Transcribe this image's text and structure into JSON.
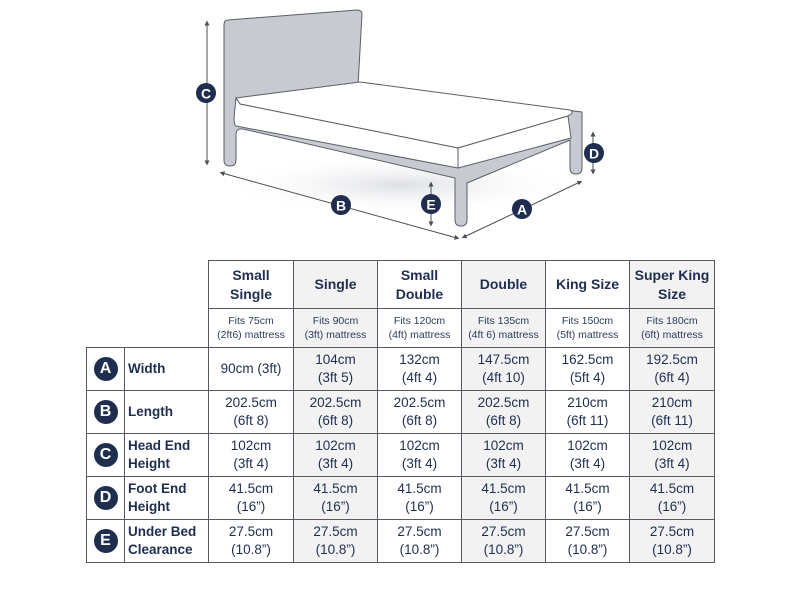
{
  "diagram": {
    "labels": {
      "A": "A",
      "B": "B",
      "C": "C",
      "D": "D",
      "E": "E"
    },
    "colors": {
      "frame": "#c7cbd1",
      "outline": "#5a5f66",
      "badge": "#1f2d4f",
      "arrow": "#4a4f56"
    }
  },
  "table": {
    "columns": [
      {
        "name": "Small Single",
        "line1": "Small",
        "line2": "Single",
        "fits1": "Fits 75cm",
        "fits2": "(2ft6) mattress"
      },
      {
        "name": "Single",
        "line1": "Single",
        "line2": "",
        "fits1": "Fits 90cm",
        "fits2": "(3ft) mattress"
      },
      {
        "name": "Small Double",
        "line1": "Small",
        "line2": "Double",
        "fits1": "Fits 120cm",
        "fits2": "(4ft) mattress"
      },
      {
        "name": "Double",
        "line1": "Double",
        "line2": "",
        "fits1": "Fits 135cm",
        "fits2": "(4ft 6) mattress"
      },
      {
        "name": "King Size",
        "line1": "King Size",
        "line2": "",
        "fits1": "Fits 150cm",
        "fits2": "(5ft) mattress"
      },
      {
        "name": "Super King Size",
        "line1": "Super King",
        "line2": "Size",
        "fits1": "Fits 180cm",
        "fits2": "(6ft) mattress"
      }
    ],
    "rows": [
      {
        "badge": "A",
        "label1": "Width",
        "label2": "",
        "values": [
          [
            "90cm (3ft)",
            ""
          ],
          [
            "104cm",
            "(3ft 5)"
          ],
          [
            "132cm",
            "(4ft 4)"
          ],
          [
            "147.5cm",
            "(4ft 10)"
          ],
          [
            "162.5cm",
            "(5ft 4)"
          ],
          [
            "192.5cm",
            "(6ft 4)"
          ]
        ]
      },
      {
        "badge": "B",
        "label1": "Length",
        "label2": "",
        "values": [
          [
            "202.5cm",
            "(6ft 8)"
          ],
          [
            "202.5cm",
            "(6ft 8)"
          ],
          [
            "202.5cm",
            "(6ft 8)"
          ],
          [
            "202.5cm",
            "(6ft 8)"
          ],
          [
            "210cm",
            "(6ft 11)"
          ],
          [
            "210cm",
            "(6ft 11)"
          ]
        ]
      },
      {
        "badge": "C",
        "label1": "Head End",
        "label2": "Height",
        "values": [
          [
            "102cm",
            "(3ft 4)"
          ],
          [
            "102cm",
            "(3ft 4)"
          ],
          [
            "102cm",
            "(3ft 4)"
          ],
          [
            "102cm",
            "(3ft 4)"
          ],
          [
            "102cm",
            "(3ft 4)"
          ],
          [
            "102cm",
            "(3ft 4)"
          ]
        ]
      },
      {
        "badge": "D",
        "label1": "Foot End",
        "label2": "Height",
        "values": [
          [
            "41.5cm",
            "(16”)"
          ],
          [
            "41.5cm",
            "(16”)"
          ],
          [
            "41.5cm",
            "(16”)"
          ],
          [
            "41.5cm",
            "(16”)"
          ],
          [
            "41.5cm",
            "(16”)"
          ],
          [
            "41.5cm",
            "(16”)"
          ]
        ]
      },
      {
        "badge": "E",
        "label1": "Under Bed",
        "label2": "Clearance",
        "values": [
          [
            "27.5cm",
            "(10.8”)"
          ],
          [
            "27.5cm",
            "(10.8”)"
          ],
          [
            "27.5cm",
            "(10.8”)"
          ],
          [
            "27.5cm",
            "(10.8”)"
          ],
          [
            "27.5cm",
            "(10.8”)"
          ],
          [
            "27.5cm",
            "(10.8”)"
          ]
        ]
      }
    ]
  }
}
